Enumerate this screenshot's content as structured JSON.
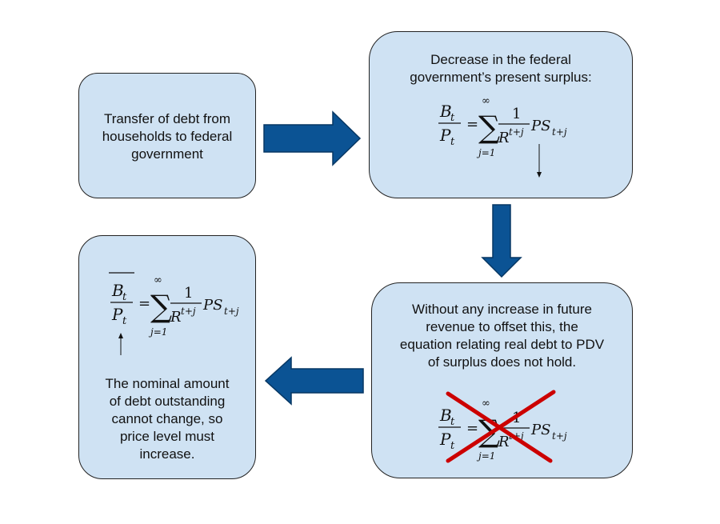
{
  "boxes": {
    "transfer": {
      "lines": [
        "Transfer of debt from",
        "households to federal",
        "government"
      ]
    },
    "decrease": {
      "lines": [
        "Decrease in the federal",
        "government’s present surplus:"
      ]
    },
    "without": {
      "lines": [
        "Without any increase in future",
        "revenue to offset this, the",
        "equation relating real debt to PDV",
        "of surplus does not hold."
      ]
    },
    "nominal": {
      "lines": [
        "The nominal amount",
        "of debt outstanding",
        "cannot change, so",
        "price level must",
        "increase."
      ]
    }
  },
  "equation": {
    "B": "B",
    "P": "P",
    "sub_t": "t",
    "equals": "=",
    "sum": "∑",
    "sum_upper": "∞",
    "sum_lower": "j=1",
    "one": "1",
    "R": "R",
    "exp": "t+j",
    "PS": "PS",
    "ps_sub": "t+j"
  },
  "colors": {
    "box_fill": "#cfe2f3",
    "arrow_fill": "#0b5394",
    "cross": "#cc0000"
  }
}
